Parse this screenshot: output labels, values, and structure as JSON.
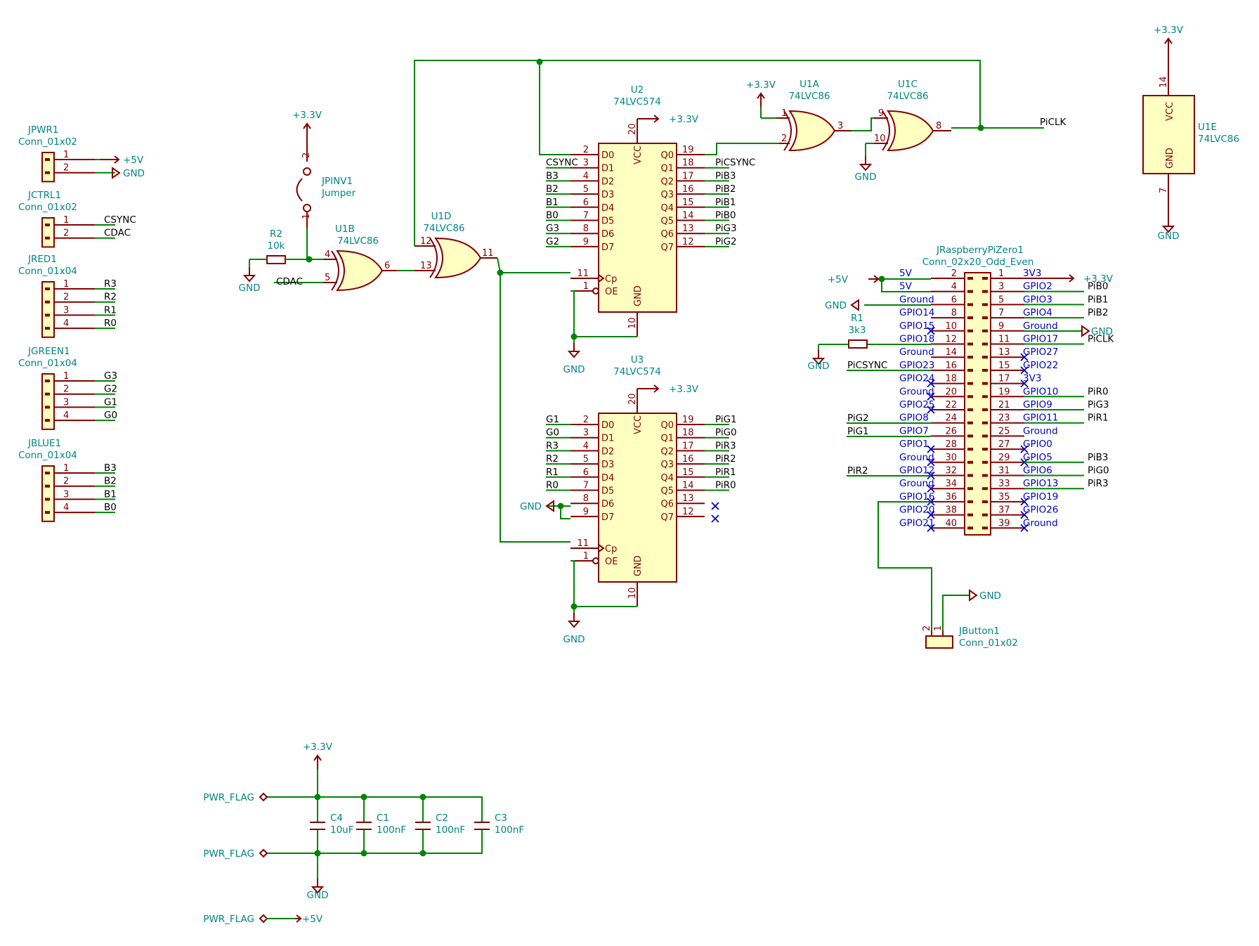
{
  "power": {
    "p33": "+3.3V",
    "p5": "+5V",
    "gnd": "GND",
    "flag": "PWR_FLAG"
  },
  "connectors": {
    "jpwr": {
      "ref": "JPWR1",
      "val": "Conn_01x02",
      "pins": [
        "1",
        "2"
      ],
      "nets": [
        "+5V",
        "GND"
      ]
    },
    "jctrl": {
      "ref": "JCTRL1",
      "val": "Conn_01x02",
      "pins": [
        "1",
        "2"
      ],
      "nets": [
        "CSYNC",
        "CDAC"
      ]
    },
    "jred": {
      "ref": "JRED1",
      "val": "Conn_01x04",
      "pins": [
        "1",
        "2",
        "3",
        "4"
      ],
      "nets": [
        "R3",
        "R2",
        "R1",
        "R0"
      ]
    },
    "jgreen": {
      "ref": "JGREEN1",
      "val": "Conn_01x04",
      "pins": [
        "1",
        "2",
        "3",
        "4"
      ],
      "nets": [
        "G3",
        "G2",
        "G1",
        "G0"
      ]
    },
    "jblue": {
      "ref": "JBLUE1",
      "val": "Conn_01x04",
      "pins": [
        "1",
        "2",
        "3",
        "4"
      ],
      "nets": [
        "B3",
        "B2",
        "B1",
        "B0"
      ]
    },
    "jbutton": {
      "ref": "JButton1",
      "val": "Conn_01x02",
      "pins": [
        "2",
        "1"
      ]
    }
  },
  "jumper": {
    "ref": "JPINV1",
    "val": "Jumper",
    "pins": [
      "2",
      "1"
    ]
  },
  "resistors": {
    "r2": {
      "ref": "R2",
      "val": "10k"
    },
    "r1": {
      "ref": "R1",
      "val": "3k3"
    }
  },
  "gates": {
    "u1a": {
      "ref": "U1A",
      "val": "74LVC86",
      "pins": [
        "1",
        "2",
        "3"
      ]
    },
    "u1b": {
      "ref": "U1B",
      "val": "74LVC86",
      "pins": [
        "4",
        "5",
        "6"
      ]
    },
    "u1c": {
      "ref": "U1C",
      "val": "74LVC86",
      "pins": [
        "9",
        "10",
        "8"
      ]
    },
    "u1d": {
      "ref": "U1D",
      "val": "74LVC86",
      "pins": [
        "12",
        "13",
        "11"
      ]
    },
    "u1e": {
      "ref": "U1E",
      "val": "74LVC86",
      "pins": [
        "14",
        "7"
      ],
      "names": [
        "VCC",
        "GND"
      ]
    }
  },
  "nets": {
    "cdac": "CDAC",
    "piclk": "PiCLK",
    "picsync": "PiCSYNC",
    "pig2": "PiG2",
    "pig1": "PiG1",
    "pir2": "PiR2"
  },
  "u2": {
    "ref": "U2",
    "val": "74LVC574",
    "left": [
      {
        "pin": "2",
        "name": "D0",
        "net": ""
      },
      {
        "pin": "3",
        "name": "D1",
        "net": "CSYNC"
      },
      {
        "pin": "4",
        "name": "D2",
        "net": "B3"
      },
      {
        "pin": "5",
        "name": "D3",
        "net": "B2"
      },
      {
        "pin": "6",
        "name": "D4",
        "net": "B1"
      },
      {
        "pin": "7",
        "name": "D5",
        "net": "B0"
      },
      {
        "pin": "8",
        "name": "D6",
        "net": "G3"
      },
      {
        "pin": "9",
        "name": "D7",
        "net": "G2"
      }
    ],
    "right": [
      {
        "pin": "19",
        "name": "Q0",
        "net": ""
      },
      {
        "pin": "18",
        "name": "Q1",
        "net": "PiCSYNC"
      },
      {
        "pin": "17",
        "name": "Q2",
        "net": "PiB3"
      },
      {
        "pin": "16",
        "name": "Q3",
        "net": "PiB2"
      },
      {
        "pin": "15",
        "name": "Q4",
        "net": "PiB1"
      },
      {
        "pin": "14",
        "name": "Q5",
        "net": "PiB0"
      },
      {
        "pin": "13",
        "name": "Q6",
        "net": "PiG3"
      },
      {
        "pin": "12",
        "name": "Q7",
        "net": "PiG2"
      }
    ],
    "cp": {
      "pin": "11",
      "name": "Cp"
    },
    "oe": {
      "pin": "1",
      "name": "OE"
    },
    "vcc": {
      "pin": "20",
      "name": "VCC"
    },
    "gnd": {
      "pin": "10",
      "name": "GND"
    }
  },
  "u3": {
    "ref": "U3",
    "val": "74LVC574",
    "left": [
      {
        "pin": "2",
        "name": "D0",
        "net": "G1"
      },
      {
        "pin": "3",
        "name": "D1",
        "net": "G0"
      },
      {
        "pin": "4",
        "name": "D2",
        "net": "R3"
      },
      {
        "pin": "5",
        "name": "D3",
        "net": "R2"
      },
      {
        "pin": "6",
        "name": "D4",
        "net": "R1"
      },
      {
        "pin": "7",
        "name": "D5",
        "net": "R0"
      },
      {
        "pin": "8",
        "name": "D6",
        "net": ""
      },
      {
        "pin": "9",
        "name": "D7",
        "net": ""
      }
    ],
    "right": [
      {
        "pin": "19",
        "name": "Q0",
        "net": "PiG1"
      },
      {
        "pin": "18",
        "name": "Q1",
        "net": "PiG0"
      },
      {
        "pin": "17",
        "name": "Q2",
        "net": "PiR3"
      },
      {
        "pin": "16",
        "name": "Q3",
        "net": "PiR2"
      },
      {
        "pin": "15",
        "name": "Q4",
        "net": "PiR1"
      },
      {
        "pin": "14",
        "name": "Q5",
        "net": "PiR0"
      },
      {
        "pin": "13",
        "name": "Q6",
        "net": ""
      },
      {
        "pin": "12",
        "name": "Q7",
        "net": ""
      }
    ],
    "cp": {
      "pin": "11",
      "name": "Cp"
    },
    "oe": {
      "pin": "1",
      "name": "OE"
    },
    "vcc": {
      "pin": "20",
      "name": "VCC"
    },
    "gnd": {
      "pin": "10",
      "name": "GND"
    }
  },
  "pi": {
    "ref": "JRaspberryPiZero1",
    "val": "Conn_02x20_Odd_Even",
    "rows": [
      {
        "ep": "2",
        "en": "5V",
        "op": "1",
        "on": "3V3",
        "net": "PiB0"
      },
      {
        "ep": "4",
        "en": "5V",
        "op": "3",
        "on": "GPIO2",
        "net": "PiB0"
      },
      {
        "ep": "6",
        "en": "Ground",
        "op": "5",
        "on": "GPIO3",
        "net": "PiB1"
      },
      {
        "ep": "8",
        "en": "GPIO14",
        "op": "7",
        "on": "GPIO4",
        "net": "PiB2"
      },
      {
        "ep": "10",
        "en": "GPIO15",
        "op": "9",
        "on": "Ground",
        "net": ""
      },
      {
        "ep": "12",
        "en": "GPIO18",
        "op": "11",
        "on": "GPIO17",
        "net": "PiCLK"
      },
      {
        "ep": "14",
        "en": "Ground",
        "op": "13",
        "on": "GPIO27",
        "net": ""
      },
      {
        "ep": "16",
        "en": "GPIO23",
        "op": "15",
        "on": "GPIO22",
        "net": ""
      },
      {
        "ep": "18",
        "en": "GPIO24",
        "op": "17",
        "on": "3V3",
        "net": ""
      },
      {
        "ep": "20",
        "en": "Ground",
        "op": "19",
        "on": "GPIO10",
        "net": "PiR0"
      },
      {
        "ep": "22",
        "en": "GPIO25",
        "op": "21",
        "on": "GPIO9",
        "net": "PiG3"
      },
      {
        "ep": "24",
        "en": "GPIO8",
        "op": "23",
        "on": "GPIO11",
        "net": "PiR1"
      },
      {
        "ep": "26",
        "en": "GPIO7",
        "op": "25",
        "on": "Ground",
        "net": ""
      },
      {
        "ep": "28",
        "en": "GPIO1",
        "op": "27",
        "on": "GPIO0",
        "net": ""
      },
      {
        "ep": "30",
        "en": "Ground",
        "op": "29",
        "on": "GPIO5",
        "net": "PiB3"
      },
      {
        "ep": "32",
        "en": "GPIO12",
        "op": "31",
        "on": "GPIO6",
        "net": "PiG0"
      },
      {
        "ep": "34",
        "en": "Ground",
        "op": "33",
        "on": "GPIO13",
        "net": "PiR3"
      },
      {
        "ep": "36",
        "en": "GPIO16",
        "op": "35",
        "on": "GPIO19",
        "net": ""
      },
      {
        "ep": "38",
        "en": "GPIO20",
        "op": "37",
        "on": "GPIO26",
        "net": ""
      },
      {
        "ep": "40",
        "en": "GPIO21",
        "op": "39",
        "on": "Ground",
        "net": ""
      }
    ]
  },
  "caps": [
    {
      "ref": "C4",
      "val": "10uF"
    },
    {
      "ref": "C1",
      "val": "100nF"
    },
    {
      "ref": "C2",
      "val": "100nF"
    },
    {
      "ref": "C3",
      "val": "100nF"
    }
  ],
  "colors": {
    "wire": "#008400",
    "symbol": "#840000",
    "fill": "#ffffc2",
    "ref": "#008484",
    "pinname": "#0000c4"
  }
}
